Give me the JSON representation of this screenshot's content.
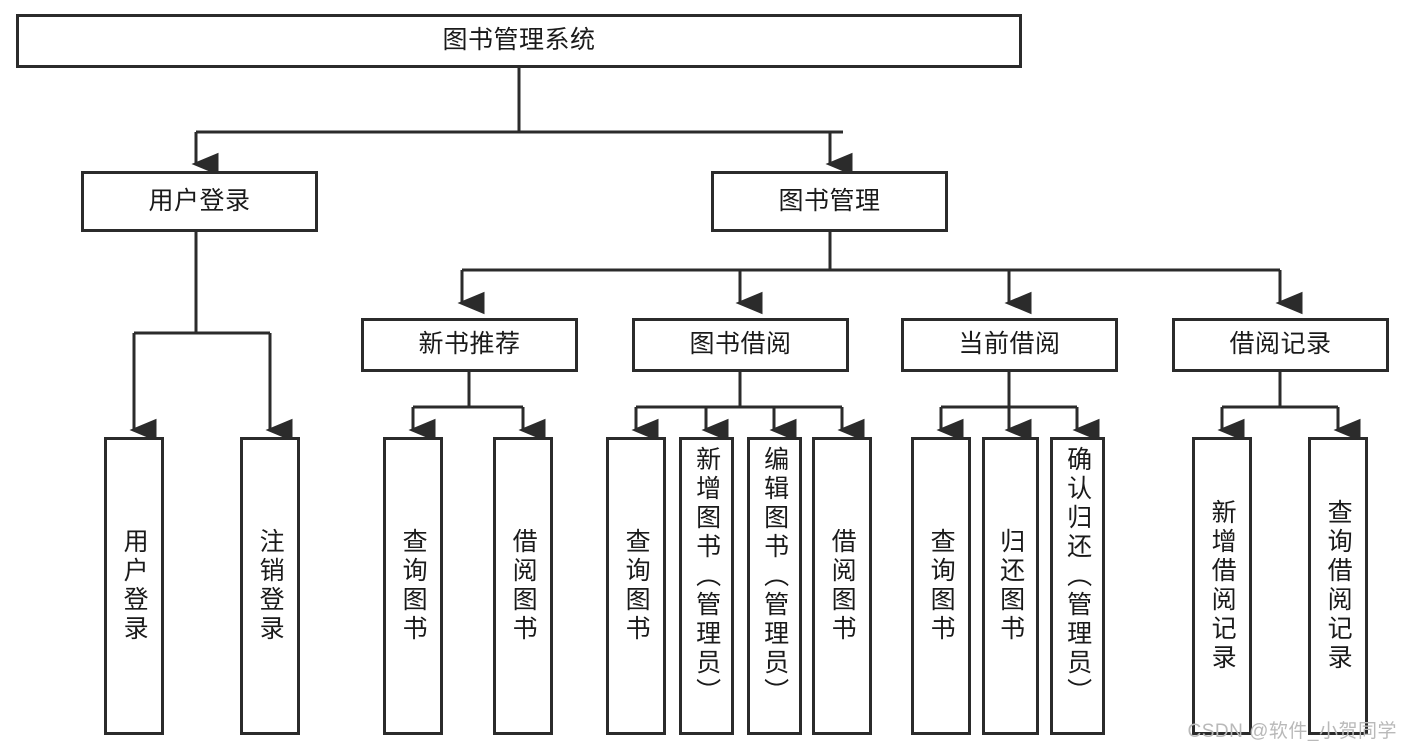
{
  "diagram": {
    "title": "图书管理系统",
    "type": "tree-hierarchy-diagram",
    "root": {
      "id": "root",
      "label": "图书管理系统",
      "orientation": "horizontal"
    },
    "level2": [
      {
        "id": "user-login",
        "label": "用户登录",
        "orientation": "horizontal"
      },
      {
        "id": "book-management",
        "label": "图书管理",
        "orientation": "horizontal"
      }
    ],
    "level3": [
      {
        "id": "new-book-recommend",
        "label": "新书推荐",
        "orientation": "horizontal",
        "parent": "book-management"
      },
      {
        "id": "book-borrow",
        "label": "图书借阅",
        "orientation": "horizontal",
        "parent": "book-management"
      },
      {
        "id": "current-borrow",
        "label": "当前借阅",
        "orientation": "horizontal",
        "parent": "book-management"
      },
      {
        "id": "borrow-record",
        "label": "借阅记录",
        "orientation": "horizontal",
        "parent": "book-management"
      }
    ],
    "leaves": [
      {
        "id": "leaf-user-login",
        "label": "用户登录",
        "parent": "user-login"
      },
      {
        "id": "leaf-logout-login",
        "label": "注销登录",
        "parent": "user-login"
      },
      {
        "id": "leaf-query-book-1",
        "label": "查询图书",
        "parent": "new-book-recommend"
      },
      {
        "id": "leaf-borrow-book-1",
        "label": "借阅图书",
        "parent": "new-book-recommend"
      },
      {
        "id": "leaf-query-book-2",
        "label": "查询图书",
        "parent": "book-borrow"
      },
      {
        "id": "leaf-add-book",
        "label": "新增图书（管理员）",
        "parent": "book-borrow"
      },
      {
        "id": "leaf-edit-book",
        "label": "编辑图书（管理员）",
        "parent": "book-borrow"
      },
      {
        "id": "leaf-borrow-book-2",
        "label": "借阅图书",
        "parent": "book-borrow"
      },
      {
        "id": "leaf-query-book-3",
        "label": "查询图书",
        "parent": "current-borrow"
      },
      {
        "id": "leaf-return-book",
        "label": "归还图书",
        "parent": "current-borrow"
      },
      {
        "id": "leaf-confirm-return",
        "label": "确认归还（管理员）",
        "parent": "current-borrow"
      },
      {
        "id": "leaf-add-record",
        "label": "新增借阅记录",
        "parent": "borrow-record"
      },
      {
        "id": "leaf-query-record",
        "label": "查询借阅记录",
        "parent": "borrow-record"
      }
    ],
    "colors": {
      "stroke": "#2b2b2b",
      "fill": "#ffffff",
      "text": "#1a1a1a",
      "watermark": "#b9b9b9"
    }
  },
  "watermark": {
    "text": "CSDN @软件_小贺同学"
  }
}
